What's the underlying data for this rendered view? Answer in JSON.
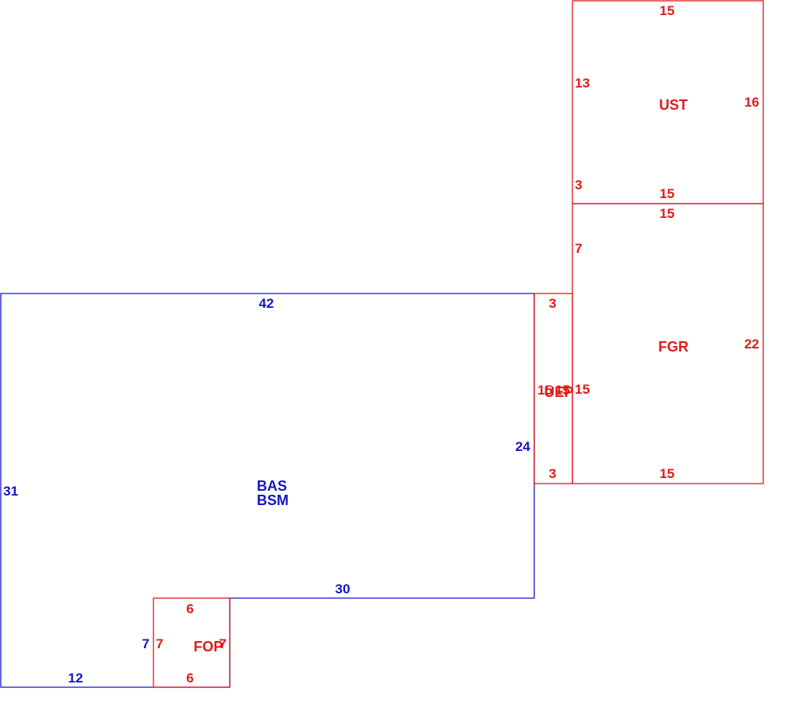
{
  "colors": {
    "living": "#1515c8",
    "other": "#e01b1b",
    "background": "#ffffff"
  },
  "areas": {
    "bas": {
      "codes": [
        "BAS",
        "BSM"
      ],
      "dims": {
        "top": "42",
        "left": "31",
        "right": "24",
        "bottom_step": "30",
        "step": "7",
        "bottom": "12"
      }
    },
    "fop": {
      "code": "FOP",
      "dims": {
        "top": "6",
        "left": "7",
        "right": "7",
        "bottom": "6"
      }
    },
    "uep": {
      "code": "UEP",
      "dims": {
        "top": "3",
        "left": "15",
        "right": "15",
        "bottom": "3"
      }
    },
    "fgr": {
      "code": "FGR",
      "dims": {
        "top": "15",
        "left_top": "7",
        "left_mid": "15",
        "right": "22",
        "bottom": "15"
      }
    },
    "ust": {
      "code": "UST",
      "dims": {
        "top": "15",
        "left": "13",
        "left_bottom": "3",
        "right": "16",
        "bottom": "15"
      }
    }
  }
}
